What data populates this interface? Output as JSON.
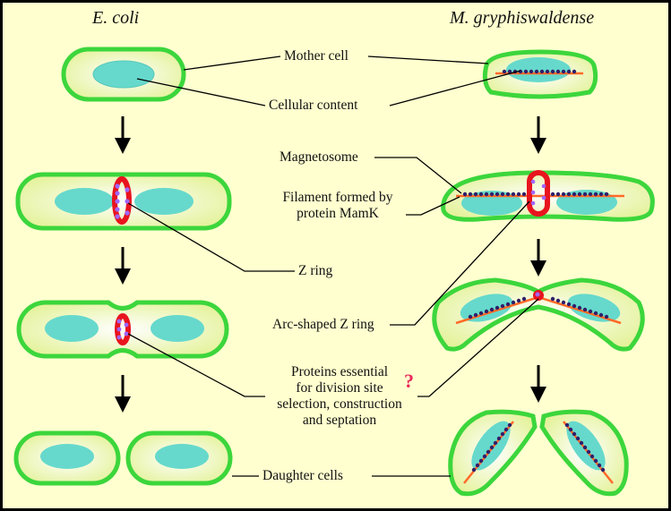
{
  "titles": {
    "left": "E. coli",
    "right": "M. gryphiswaldense"
  },
  "labels": {
    "mother_cell": "Mother cell",
    "cellular_content": "Cellular content",
    "magnetosome": "Magnetosome",
    "filament_line1": "Filament formed by",
    "filament_line2": "protein MamK",
    "z_ring": "Z ring",
    "arc_z_ring": "Arc-shaped Z ring",
    "proteins_line1": "Proteins essential",
    "proteins_line2": "for division site",
    "proteins_line3": "selection, construction",
    "proteins_line4": "and septation",
    "daughter_cells": "Daughter cells",
    "question_mark": "?"
  },
  "colors": {
    "background": "#ffffcf",
    "frame": "#000000",
    "cell_wall": "#3cd63c",
    "cytoplasm": "#f2f8c4",
    "nucleoid": "#66d9cc",
    "z_ring": "#e8141e",
    "z_ring_dots": "#a066ff",
    "magnetosome": "#30206a",
    "filament": "#ff6a28",
    "arrow": "#000000",
    "question_mark": "#e8285a"
  },
  "icons": {
    "arrow": "down-arrow-icon"
  }
}
